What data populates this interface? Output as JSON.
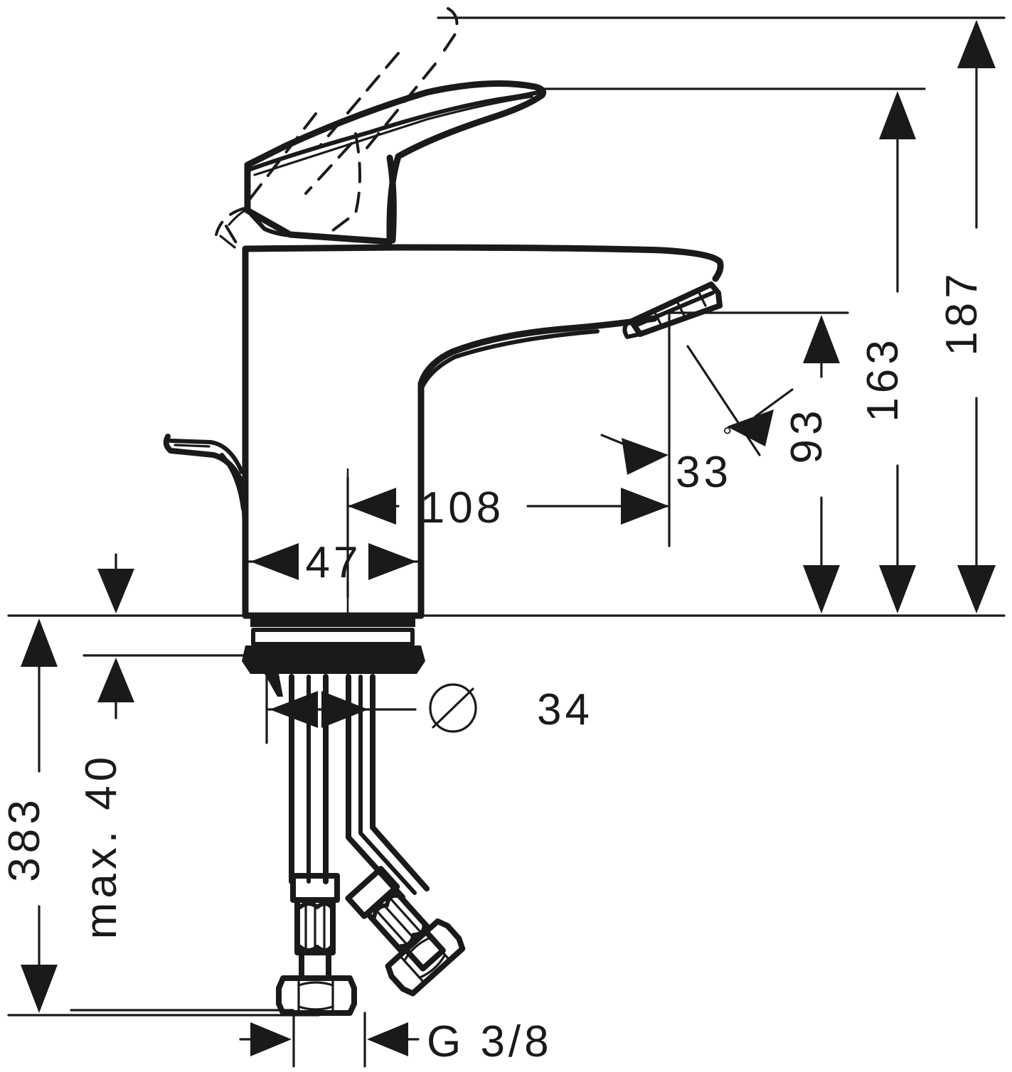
{
  "drawing": {
    "title": "Single-lever basin mixer dimensional drawing",
    "subject": "basin-mixer-faucet",
    "projection": "side-elevation",
    "units": "mm",
    "line_color": "#1a1a1a",
    "background_color": "#ffffff"
  },
  "dimensions": {
    "overall_height": {
      "label": "187",
      "orientation": "vertical",
      "description": "overall height from mounting surface to top of lever"
    },
    "spout_reach_height": {
      "label": "163",
      "orientation": "vertical",
      "description": "height to top of spout body"
    },
    "spout_outlet_height": {
      "label": "93",
      "orientation": "vertical",
      "description": "height from mounting surface to spout outlet"
    },
    "spout_projection": {
      "label": "108",
      "orientation": "horizontal",
      "description": "spout projection from body centre"
    },
    "body_width": {
      "label": "47",
      "orientation": "horizontal",
      "description": "width of mixer body"
    },
    "outlet_angle": {
      "label": "33",
      "degree_symbol": "°",
      "orientation": "angular",
      "description": "aerator outlet angle"
    },
    "shank_diameter": {
      "symbol": "Ø",
      "label": "34",
      "orientation": "horizontal",
      "description": "diameter of mounting shank / tap hole"
    },
    "hose_length": {
      "label": "383",
      "orientation": "vertical",
      "description": "total length including supply hoses"
    },
    "max_deck_thickness": {
      "label": "max. 40",
      "orientation": "vertical",
      "description": "maximum basin deck thickness"
    },
    "supply_thread": {
      "label": "G 3/8",
      "orientation": "horizontal",
      "description": "supply hose connection thread size"
    }
  },
  "annotations": {
    "lever_open_position": "dashed-outline-lever-raised",
    "pop_up_rod": "pop-up-waste-pull-rod",
    "aerator": "spout-aerator",
    "hose_connectors": "flexible-supply-hose-union-nuts"
  }
}
